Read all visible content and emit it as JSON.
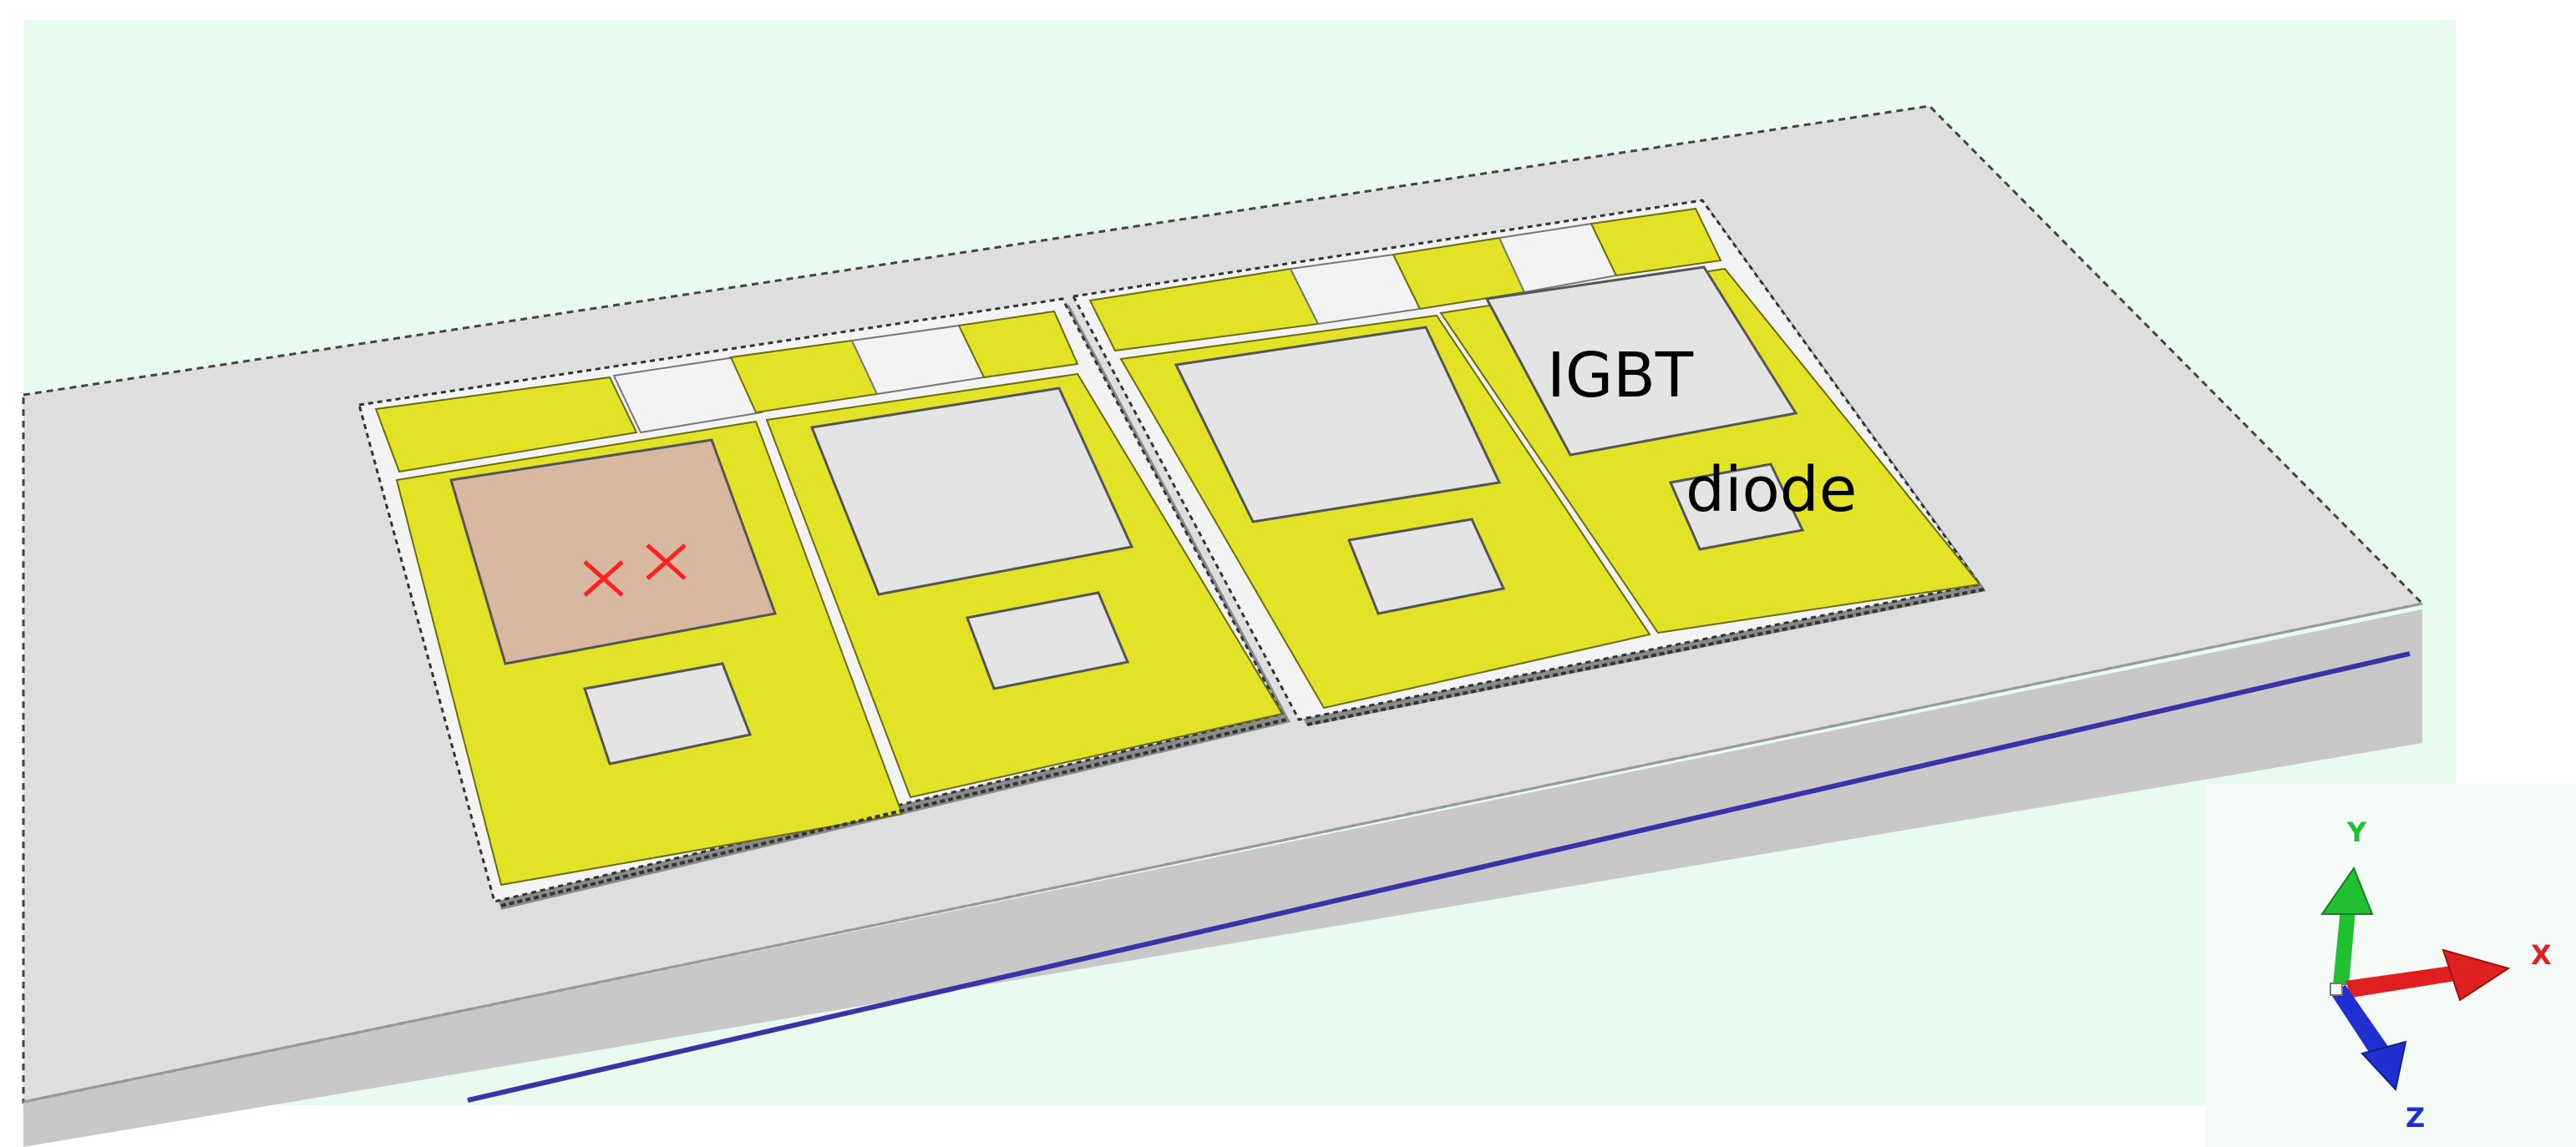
{
  "labels": {
    "igbt": "IGBT",
    "diode": "diode"
  },
  "markers": {
    "glyph": "×",
    "count": 2
  },
  "axes": {
    "x": "X",
    "y": "Y",
    "z": "Z"
  },
  "colors": {
    "viewport_background": "#e8fbef",
    "baseplate_top": "#dedede",
    "baseplate_front": "#c9c9c9",
    "copper_pad": "#e2e326",
    "chip": "#e4e4e4",
    "highlighted_chip": "#d9b8a1",
    "marker": "#ff2020",
    "axis_x": "#e02020",
    "axis_y": "#20c030",
    "axis_z": "#2030d0",
    "seam_line": "#3a33a8"
  },
  "icons": {
    "triad": "xyz-axis-triad-icon",
    "marker": "cross-marker-icon"
  }
}
